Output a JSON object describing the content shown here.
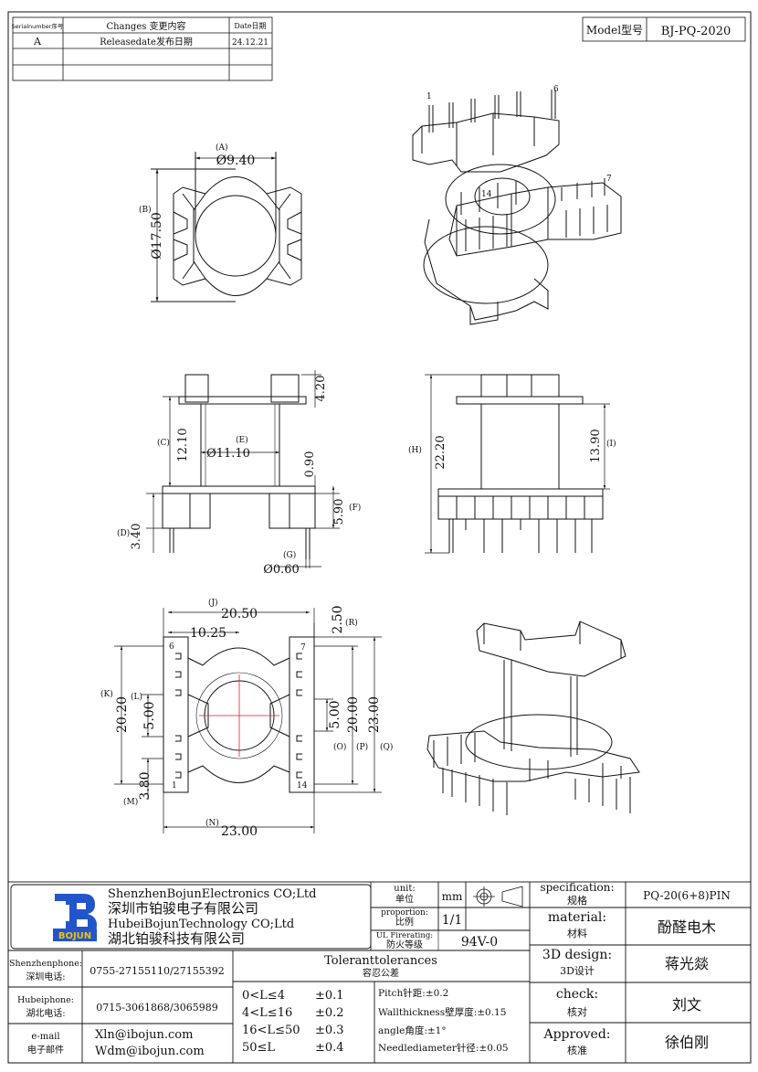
{
  "revision_table": {
    "headers": {
      "serial": "Serialnumber序号",
      "changes": "Changes 变更内容",
      "date": "Date日期"
    },
    "rows": [
      {
        "serial": "A",
        "changes": "Releasedate发布日期",
        "date": "24.12.21"
      },
      {
        "serial": "",
        "changes": "",
        "date": ""
      },
      {
        "serial": "",
        "changes": "",
        "date": ""
      }
    ]
  },
  "model": {
    "label": "Model型号",
    "value": "BJ-PQ-2020"
  },
  "top_view": {
    "A": {
      "tag": "(A)",
      "value": "Ø9.40"
    },
    "B": {
      "tag": "(B)",
      "value": "Ø17.50"
    }
  },
  "front_view": {
    "C": {
      "tag": "(C)",
      "value": "12.10"
    },
    "D": {
      "tag": "(D)",
      "value": "3.40"
    },
    "E": {
      "tag": "(E)",
      "value": "Ø11.10"
    },
    "F": {
      "tag": "(F)",
      "value": "5.90"
    },
    "G": {
      "tag": "(G)",
      "value": "Ø0.60"
    },
    "top_h": {
      "value": "4.20"
    },
    "flange": {
      "value": "0.90"
    }
  },
  "side_view": {
    "H": {
      "tag": "(H)",
      "value": "22.20"
    },
    "I": {
      "tag": "(I)",
      "value": "13.90"
    }
  },
  "bottom_view": {
    "J": {
      "tag": "(J)",
      "value": "20.50"
    },
    "half": {
      "value": "10.25"
    },
    "K": {
      "tag": "(K)",
      "value": "20.20"
    },
    "L": {
      "tag": "(L)",
      "value": "5.00"
    },
    "M": {
      "tag": "(M)",
      "value": "3.80"
    },
    "N": {
      "tag": "(N)",
      "value": "23.00"
    },
    "O": {
      "tag": "(O)",
      "value": "5.00"
    },
    "P": {
      "tag": "(P)",
      "value": "20.00"
    },
    "Q": {
      "tag": "(Q)",
      "value": "23.00"
    },
    "R": {
      "tag": "(R)",
      "value": "2.50"
    },
    "pins": {
      "p6": "6",
      "p7": "7",
      "p1": "1",
      "p14": "14"
    }
  },
  "iso_pins": {
    "p1": "1",
    "p6": "6",
    "p7": "7",
    "p14": "14"
  },
  "title_block": {
    "company": {
      "line1": "ShenzhenBojunElectronics CO;Ltd",
      "line2": "深圳市铂骏电子有限公司",
      "line3": "HubeiBojunTechnology CO;Ltd",
      "line4": "湖北铂骏科技有限公司",
      "logo_text": "BOJUN"
    },
    "unit": {
      "label1": "unit:",
      "label2": "单位",
      "value": "mm"
    },
    "proportion": {
      "label1": "proportion:",
      "label2": "比例",
      "value": "1/1"
    },
    "ul": {
      "label1": "UL Firerating:",
      "label2": "防火等级",
      "value": "94V-0"
    },
    "specification": {
      "label1": "specification:",
      "label2": "规格",
      "value": "PQ-20(6+8)PIN"
    },
    "material": {
      "label1": "material:",
      "label2": "材料",
      "value": "酚醛电木"
    },
    "design": {
      "label1": "3D design:",
      "label2": "3D设计",
      "value": "蒋光燚"
    },
    "check": {
      "label1": "check:",
      "label2": "核对",
      "value": "刘文"
    },
    "approved": {
      "label1": "Approved:",
      "label2": "核准",
      "value": "徐伯刚"
    },
    "contacts": [
      {
        "label1": "Shenzhenphone:",
        "label2": "深圳电话:",
        "value": "0755-27155110/27155392"
      },
      {
        "label1": "Hubeiphone:",
        "label2": "湖北电话:",
        "value": "0715-3061868/3065989"
      },
      {
        "label1": "e-mail",
        "label2": "电子邮件",
        "value": "Xln@ibojun.com",
        "value2": "Wdm@ibojun.com"
      }
    ],
    "tolerance": {
      "title1": "Toleranttolerances",
      "title2": "容忍公差",
      "ranges": [
        {
          "range": "0<L≤4",
          "tol": "±0.1"
        },
        {
          "range": "4<L≤16",
          "tol": "±0.2"
        },
        {
          "range": "16<L≤50",
          "tol": "±0.3"
        },
        {
          "range": "50≤L",
          "tol": "±0.4"
        }
      ],
      "notes": [
        "Pitch针距:±0.2",
        "Wallthickness壁厚度:±0.15",
        "angle角度:±1°",
        "Needlediameter针径:±0.05"
      ]
    }
  }
}
